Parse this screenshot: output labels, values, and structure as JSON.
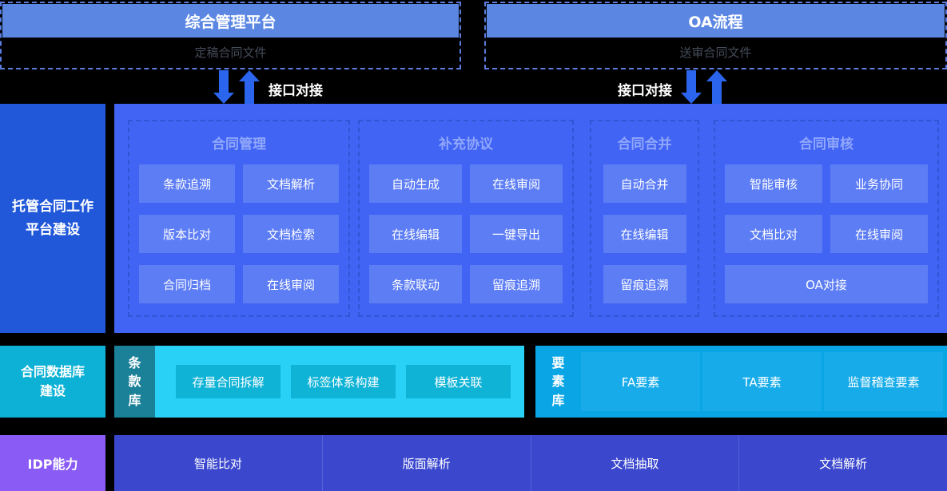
{
  "colors": {
    "background": "#000000",
    "top_header_bar": "#5b87e3",
    "top_dashed_border": "#5b7ce0",
    "subtitle_text": "#454b59",
    "arrow_blue": "#2b65ee",
    "sidebar_blue": "#2158da",
    "platform_panel_blue": "#4164f4",
    "group_dashed_border": "#2e56d5",
    "group_title_text": "#90a7fb",
    "chip_blue": "#5d7df5",
    "database_cyan": "#0db1d5",
    "clause_lib_teal": "#1b8198",
    "clause_panel_cyan": "#2ad1f6",
    "clause_chip_cyan": "#0fb3d6",
    "element_panel_azure": "#09a5e5",
    "element_cell_azure": "#17ace9",
    "idp_purple": "#8a5cf5",
    "idp_bar_indigo": "#3b48ce"
  },
  "top": {
    "left": {
      "title": "综合管理平台",
      "subtitle": "定稿合同文件"
    },
    "right": {
      "title": "OA流程",
      "subtitle": "送审合同文件"
    },
    "interface_label": "接口对接"
  },
  "platform": {
    "sidebar_label": "托管合同工作\n平台建设",
    "groups": [
      {
        "title": "合同管理",
        "items": [
          "条款追溯",
          "文档解析",
          "版本比对",
          "文档检索",
          "合同归档",
          "在线审阅"
        ]
      },
      {
        "title": "补充协议",
        "items": [
          "自动生成",
          "在线审阅",
          "在线编辑",
          "一键导出",
          "条款联动",
          "留痕追溯"
        ]
      },
      {
        "title": "合同合并",
        "items": [
          "自动合并",
          "在线编辑",
          "留痕追溯"
        ]
      },
      {
        "title": "合同审核",
        "items": [
          "智能审核",
          "业务协同",
          "文档比对",
          "在线审阅",
          "OA对接"
        ]
      }
    ]
  },
  "database": {
    "sidebar_label": "合同数据库\n建设",
    "clause_lib_label": "条款库",
    "clause_items": [
      "存量合同拆解",
      "标签体系构建",
      "模板关联"
    ],
    "element_lib_label": "要素库",
    "element_items": [
      "FA要素",
      "TA要素",
      "监督稽查要素"
    ]
  },
  "idp": {
    "sidebar_label": "IDP能力",
    "items": [
      "智能比对",
      "版面解析",
      "文档抽取",
      "文档解析"
    ]
  }
}
